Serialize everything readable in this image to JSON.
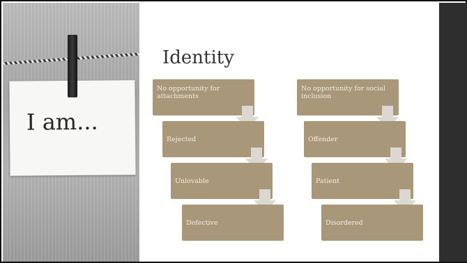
{
  "slide": {
    "title": "Identity",
    "photo_caption": "I am..."
  },
  "left_flow": {
    "items": [
      "No opportunity for attachments",
      "Rejected",
      "Unlovable",
      "Defective"
    ]
  },
  "right_flow": {
    "items": [
      "No opportunity for social inclusion",
      "Offender",
      "Patient",
      "Disordered"
    ]
  },
  "colors": {
    "box": "#a89779",
    "arrow": "#dcd7d0",
    "sidebar": "#2e2e2e"
  }
}
